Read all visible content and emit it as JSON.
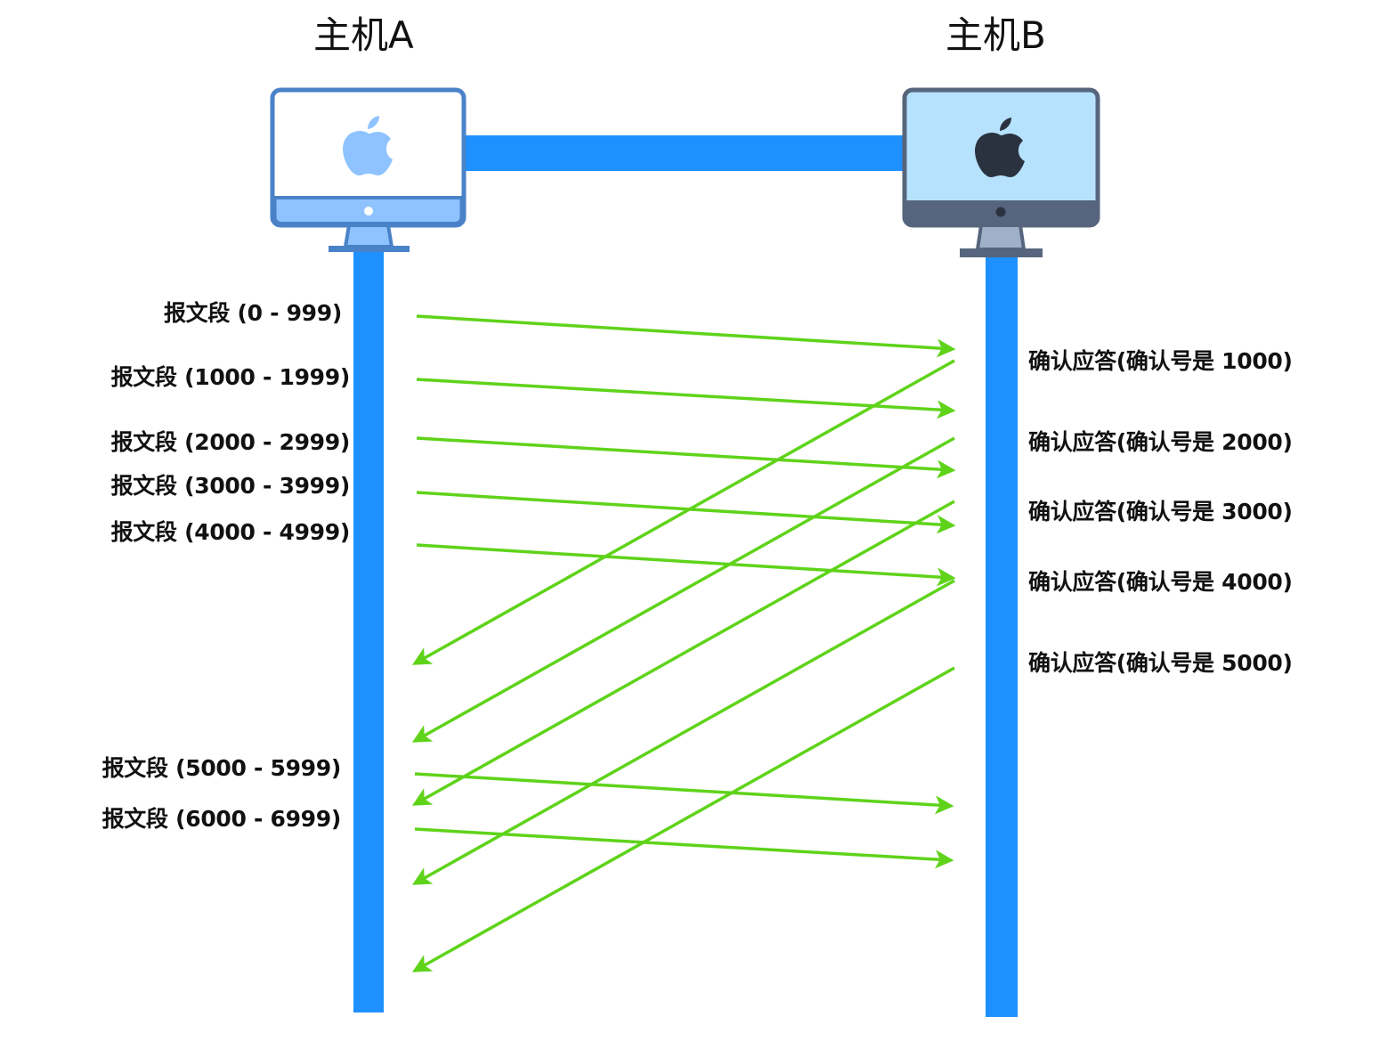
{
  "hosts": {
    "a": {
      "title": "主机A",
      "icon": "imac-icon-light"
    },
    "b": {
      "title": "主机B",
      "icon": "imac-icon-dark"
    }
  },
  "colors": {
    "lifeline": "#1e90ff",
    "arrow": "#5fd31a",
    "host_a_frame": "#4a82c8",
    "host_a_fill": "#8ec3ff",
    "host_b_frame": "#56657d",
    "host_b_screen": "#b6e2fd",
    "host_b_logo": "#2a3240"
  },
  "segments": [
    {
      "label": "报文段 (0 - 999)"
    },
    {
      "label": "报文段 (1000 - 1999)"
    },
    {
      "label": "报文段 (2000 - 2999)"
    },
    {
      "label": "报文段 (3000 - 3999)"
    },
    {
      "label": "报文段 (4000 - 4999)"
    },
    {
      "label": "报文段 (5000 - 5999)"
    },
    {
      "label": "报文段 (6000 - 6999)"
    }
  ],
  "acks": [
    {
      "label": "确认应答(确认号是 1000)"
    },
    {
      "label": "确认应答(确认号是 2000)"
    },
    {
      "label": "确认应答(确认号是 3000)"
    },
    {
      "label": "确认应答(确认号是 4000)"
    },
    {
      "label": "确认应答(确认号是 5000)"
    }
  ]
}
